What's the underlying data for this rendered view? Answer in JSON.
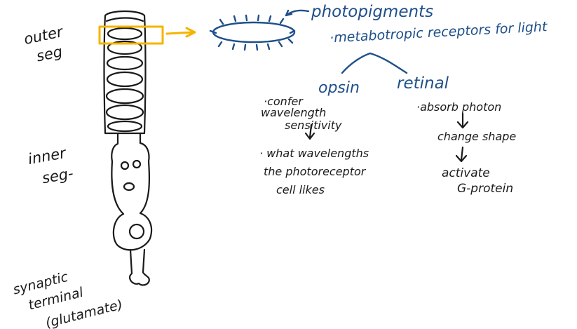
{
  "colors": {
    "black_ink": "#1a1a1a",
    "blue_ink": "#1e4f8a",
    "highlight": "#f5b400",
    "background": "#ffffff"
  },
  "labels": {
    "outer_seg_line1": "outer",
    "outer_seg_line2": "seg",
    "inner_seg_line1": "inner",
    "inner_seg_line2": "seg-",
    "synaptic_line1": "synaptic",
    "synaptic_line2": "terminal",
    "synaptic_line3": "(glutamate)"
  },
  "photopigment": {
    "title": "photopigments",
    "subtitle": "·metabotropic receptors for light"
  },
  "opsin": {
    "title": "opsin",
    "point1_line1": "·confer",
    "point1_line2": "wavelength",
    "point1_line3": "sensitivity",
    "point2_line1": "· what wavelengths",
    "point2_line2": "the photoreceptor",
    "point2_line3": "cell likes"
  },
  "retinal": {
    "title": "retinal",
    "step1": "·absorb photon",
    "step2": "change shape",
    "step3_line1": "activate",
    "step3_line2": "G-protein"
  }
}
